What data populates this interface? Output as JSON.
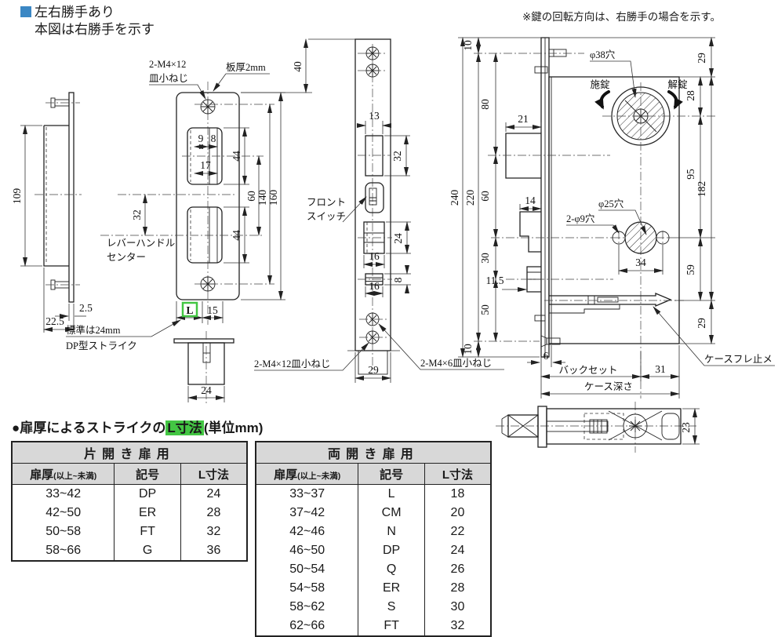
{
  "notes": {
    "handing1": "左右勝手あり",
    "handing2": "本図は右勝手を示す",
    "key_rotation": "※鍵の回転方向は、右勝手の場合を示す。"
  },
  "section": {
    "heading_prefix": "●扉厚によるストライクの",
    "heading_highlight": "L寸法",
    "heading_suffix": "(単位mm)"
  },
  "tables": [
    {
      "title": "片開き扉用",
      "headers": {
        "thickness": "扉厚",
        "thickness_range": "(以上~未満)",
        "symbol": "記号",
        "l_dim": "L寸法"
      },
      "rows": [
        [
          "33~42",
          "DP",
          "24"
        ],
        [
          "42~50",
          "ER",
          "28"
        ],
        [
          "50~58",
          "FT",
          "32"
        ],
        [
          "58~66",
          "G",
          "36"
        ]
      ]
    },
    {
      "title": "両開き扉用",
      "headers": {
        "thickness": "扉厚",
        "thickness_range": "(以上~未満)",
        "symbol": "記号",
        "l_dim": "L寸法"
      },
      "rows": [
        [
          "33~37",
          "L",
          "18"
        ],
        [
          "37~42",
          "CM",
          "20"
        ],
        [
          "42~46",
          "N",
          "22"
        ],
        [
          "46~50",
          "DP",
          "24"
        ],
        [
          "50~54",
          "Q",
          "26"
        ],
        [
          "54~58",
          "ER",
          "28"
        ],
        [
          "58~62",
          "S",
          "30"
        ],
        [
          "62~66",
          "FT",
          "32"
        ]
      ]
    }
  ],
  "drawing": {
    "side": {
      "h109": "109",
      "w22_5": "22.5",
      "t2_5": "2.5"
    },
    "strike": {
      "top_offset": "40",
      "s9": "9",
      "s8": "8",
      "s17": "17",
      "s44a": "44",
      "s44b": "44",
      "s32": "32",
      "s60": "60",
      "s140": "140",
      "s160": "160",
      "L": "L",
      "s15": "15",
      "s24cap": "24",
      "screw_l1": "2-M4×12",
      "screw_l2": "皿小ねじ",
      "plate_t": "板厚2mm",
      "lever_l1": "レバーハンドル",
      "lever_l2": "センター",
      "std_l1": "標準は24mm",
      "std_l2": "DP型ストライク"
    },
    "front": {
      "w13": "13",
      "h32": "32",
      "h24": "24",
      "w16a": "16",
      "h8": "8",
      "w16b": "16",
      "w29": "29",
      "switch_l1": "フロント",
      "switch_l2": "スイッチ",
      "screw12": "2-M4×12皿小ねじ",
      "screw6": "2-M4×6皿小ねじ"
    },
    "case": {
      "t10a": "10",
      "v80": "80",
      "v240": "240",
      "v220": "220",
      "v60": "60",
      "v30": "30",
      "v50": "50",
      "t10b": "10",
      "w21": "21",
      "w14": "14",
      "w11_5": "11.5",
      "w6": "6",
      "r29a": "29",
      "r28": "28",
      "r95": "95",
      "r182": "182",
      "r59": "59",
      "r29b": "29",
      "w34": "34",
      "w31": "31",
      "h23": "23",
      "hole38": "φ38穴",
      "lock": "施錠",
      "unlock": "解錠",
      "hole25": "φ25穴",
      "hole9": "2-φ9穴",
      "backset": "バックセット",
      "depth": "ケース深さ",
      "stopper": "ケースフレ止メ"
    }
  },
  "colors": {
    "accent_blue": "#3b87c4",
    "highlight_green": "#43c643"
  }
}
